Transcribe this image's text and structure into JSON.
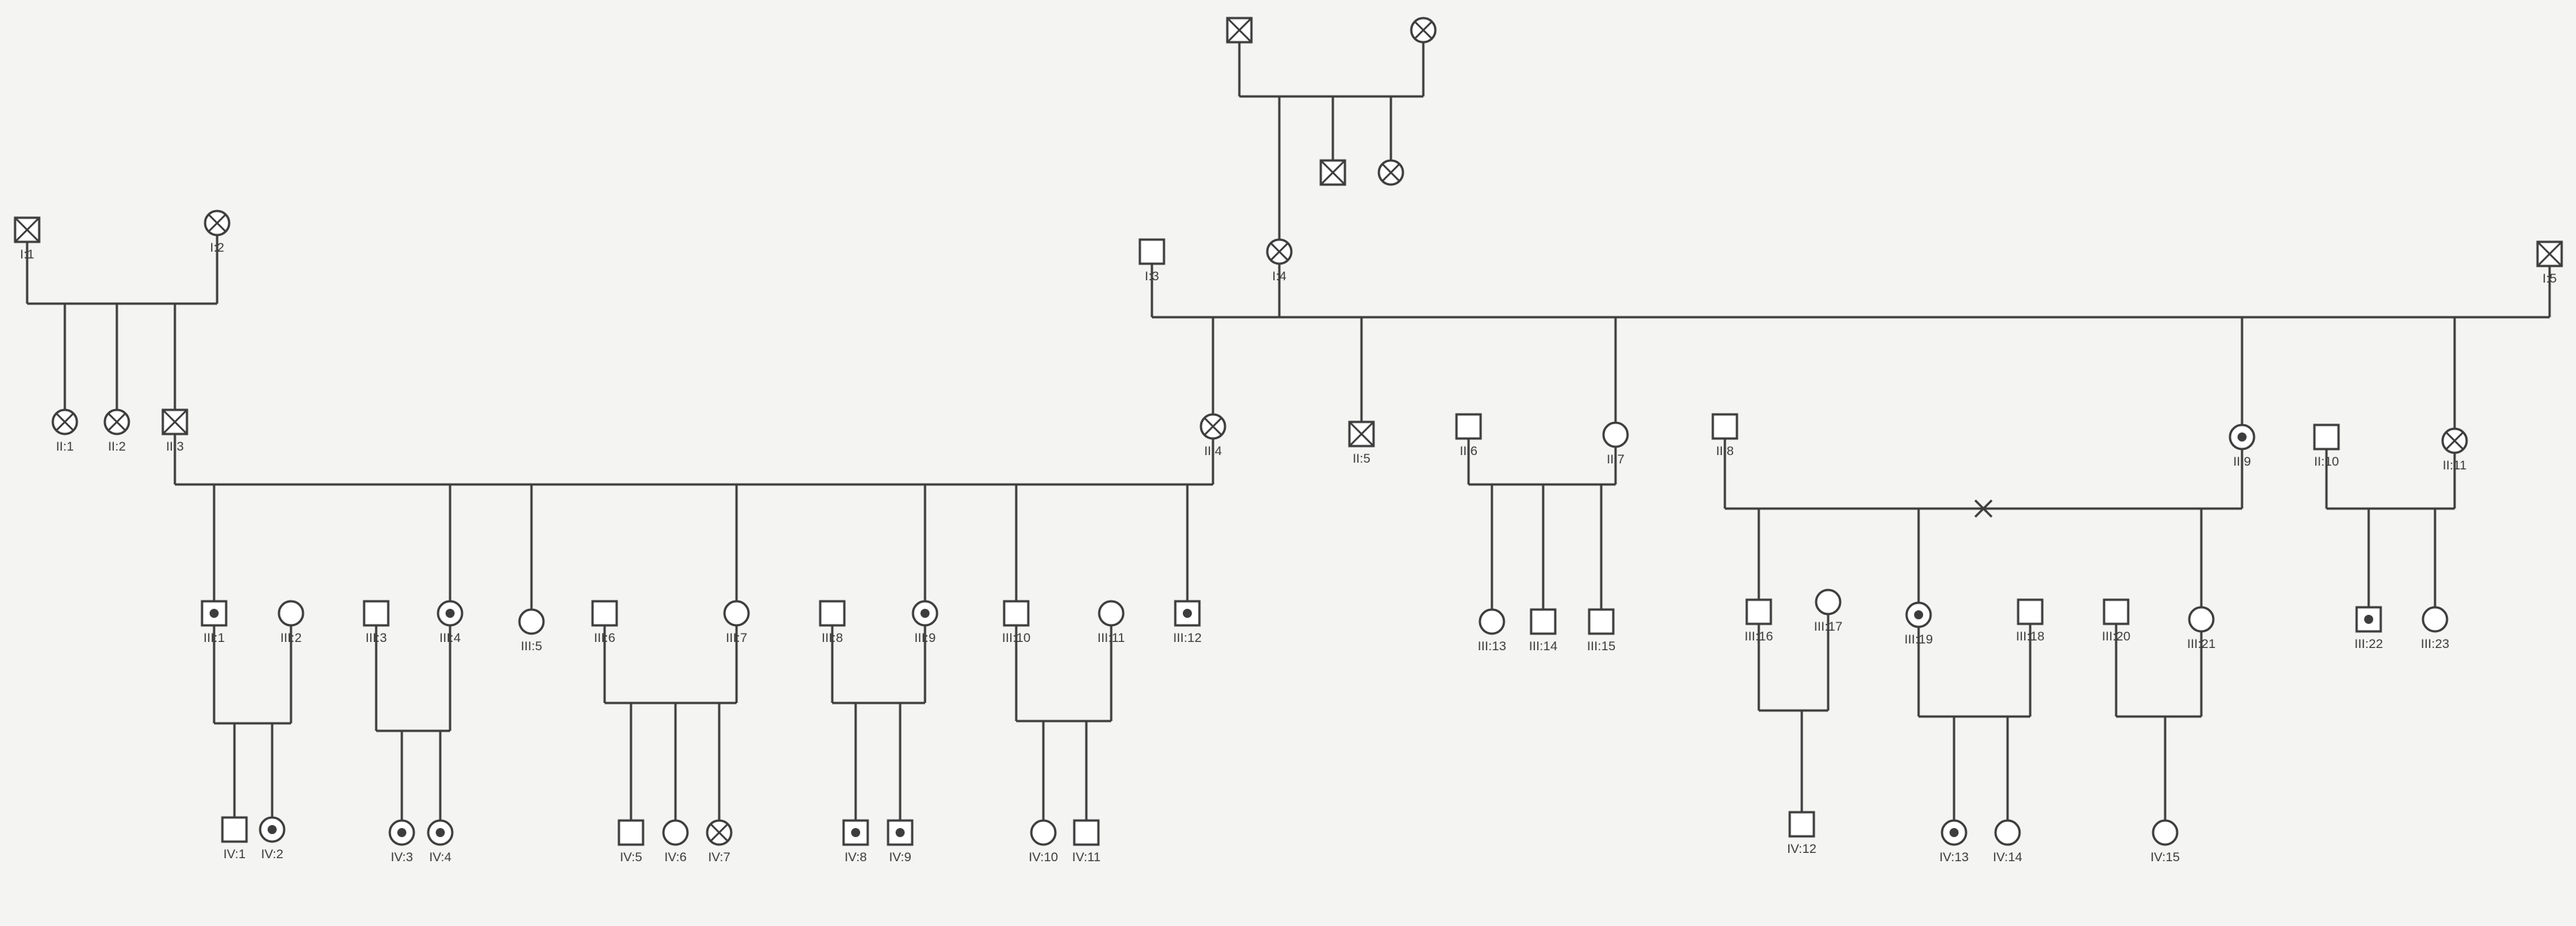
{
  "diagram": {
    "type": "pedigree",
    "colors": {
      "ink": "#3d3d3d",
      "background": "#f4f4f2",
      "fill": "#ffffff"
    },
    "individuals": [
      {
        "id": "ug1",
        "sex": "M",
        "status": "affected-x",
        "label": ""
      },
      {
        "id": "ug2",
        "sex": "F",
        "status": "affected-x",
        "label": ""
      },
      {
        "id": "ug3",
        "sex": "M",
        "status": "affected-x",
        "label": ""
      },
      {
        "id": "ug4",
        "sex": "F",
        "status": "affected-x",
        "label": ""
      },
      {
        "id": "I1",
        "sex": "M",
        "status": "affected-x",
        "label": "I:1"
      },
      {
        "id": "I2",
        "sex": "F",
        "status": "affected-x",
        "label": "I:2"
      },
      {
        "id": "I3",
        "sex": "M",
        "status": "normal",
        "label": "I:3"
      },
      {
        "id": "I4",
        "sex": "F",
        "status": "affected-x",
        "label": "I:4"
      },
      {
        "id": "I5",
        "sex": "M",
        "status": "affected-x",
        "label": "I:5"
      },
      {
        "id": "II1",
        "sex": "F",
        "status": "affected-x",
        "label": "II:1"
      },
      {
        "id": "II2",
        "sex": "F",
        "status": "affected-x",
        "label": "II:2"
      },
      {
        "id": "II3",
        "sex": "M",
        "status": "affected-x",
        "label": "II:3"
      },
      {
        "id": "II4",
        "sex": "F",
        "status": "affected-x",
        "label": "II:4"
      },
      {
        "id": "II5",
        "sex": "M",
        "status": "affected-x",
        "label": "II:5"
      },
      {
        "id": "II6",
        "sex": "M",
        "status": "normal",
        "label": "II:6"
      },
      {
        "id": "II7",
        "sex": "F",
        "status": "normal",
        "label": "II:7"
      },
      {
        "id": "II8",
        "sex": "M",
        "status": "normal",
        "label": "II:8"
      },
      {
        "id": "II9",
        "sex": "F",
        "status": "carrier-dot",
        "label": "II:9"
      },
      {
        "id": "II10",
        "sex": "M",
        "status": "normal",
        "label": "II:10"
      },
      {
        "id": "II11",
        "sex": "F",
        "status": "affected-x",
        "label": "II:11"
      },
      {
        "id": "III1",
        "sex": "M",
        "status": "carrier-dot",
        "label": "III:1"
      },
      {
        "id": "III2",
        "sex": "F",
        "status": "normal",
        "label": "III:2"
      },
      {
        "id": "III3",
        "sex": "M",
        "status": "normal",
        "label": "III:3"
      },
      {
        "id": "III4",
        "sex": "F",
        "status": "carrier-dot",
        "label": "III:4"
      },
      {
        "id": "III5",
        "sex": "F",
        "status": "normal",
        "label": "III:5"
      },
      {
        "id": "III6",
        "sex": "M",
        "status": "normal",
        "label": "III:6"
      },
      {
        "id": "III7",
        "sex": "F",
        "status": "normal",
        "label": "III:7"
      },
      {
        "id": "III8",
        "sex": "M",
        "status": "normal",
        "label": "III:8"
      },
      {
        "id": "III9",
        "sex": "F",
        "status": "carrier-dot",
        "label": "III:9"
      },
      {
        "id": "III10",
        "sex": "M",
        "status": "normal",
        "label": "III:10"
      },
      {
        "id": "III11",
        "sex": "F",
        "status": "normal",
        "label": "III:11"
      },
      {
        "id": "III12",
        "sex": "M",
        "status": "carrier-dot",
        "label": "III:12"
      },
      {
        "id": "III13",
        "sex": "F",
        "status": "normal",
        "label": "III:13"
      },
      {
        "id": "III14",
        "sex": "M",
        "status": "normal",
        "label": "III:14"
      },
      {
        "id": "III15",
        "sex": "M",
        "status": "normal",
        "label": "III:15"
      },
      {
        "id": "III16",
        "sex": "M",
        "status": "normal",
        "label": "III:16"
      },
      {
        "id": "III17",
        "sex": "F",
        "status": "normal",
        "label": "III:17"
      },
      {
        "id": "III19",
        "sex": "F",
        "status": "carrier-dot",
        "label": "III:19"
      },
      {
        "id": "III18",
        "sex": "M",
        "status": "normal",
        "label": "III:18"
      },
      {
        "id": "III20",
        "sex": "M",
        "status": "normal",
        "label": "III:20"
      },
      {
        "id": "III21",
        "sex": "F",
        "status": "normal",
        "label": "III:21"
      },
      {
        "id": "III22",
        "sex": "M",
        "status": "carrier-dot",
        "label": "III:22"
      },
      {
        "id": "III23",
        "sex": "F",
        "status": "normal",
        "label": "III:23"
      },
      {
        "id": "IV1",
        "sex": "M",
        "status": "normal",
        "label": "IV:1"
      },
      {
        "id": "IV2",
        "sex": "F",
        "status": "carrier-dot",
        "label": "IV:2"
      },
      {
        "id": "IV3",
        "sex": "F",
        "status": "carrier-dot",
        "label": "IV:3"
      },
      {
        "id": "IV4",
        "sex": "F",
        "status": "carrier-dot",
        "label": "IV:4"
      },
      {
        "id": "IV5",
        "sex": "M",
        "status": "normal",
        "label": "IV:5"
      },
      {
        "id": "IV6",
        "sex": "F",
        "status": "normal",
        "label": "IV:6"
      },
      {
        "id": "IV7",
        "sex": "F",
        "status": "affected-x",
        "label": "IV:7"
      },
      {
        "id": "IV8",
        "sex": "M",
        "status": "carrier-dot",
        "label": "IV:8"
      },
      {
        "id": "IV9",
        "sex": "M",
        "status": "carrier-dot",
        "label": "IV:9"
      },
      {
        "id": "IV10",
        "sex": "F",
        "status": "normal",
        "label": "IV:10"
      },
      {
        "id": "IV11",
        "sex": "M",
        "status": "normal",
        "label": "IV:11"
      },
      {
        "id": "IV12",
        "sex": "M",
        "status": "normal",
        "label": "IV:12"
      },
      {
        "id": "IV13",
        "sex": "F",
        "status": "carrier-dot",
        "label": "IV:13"
      },
      {
        "id": "IV14",
        "sex": "F",
        "status": "normal",
        "label": "IV:14"
      },
      {
        "id": "IV15",
        "sex": "F",
        "status": "normal",
        "label": "IV:15"
      }
    ],
    "unions": [
      {
        "id": "u-ug",
        "partners": [
          "ug1",
          "ug2"
        ],
        "children": [
          "ug3",
          "ug4",
          "I4"
        ]
      },
      {
        "id": "u-I1-I2",
        "partners": [
          "I1",
          "I2"
        ],
        "children": [
          "II1",
          "II2",
          "II3"
        ]
      },
      {
        "id": "u-I3-I4-I5",
        "partners": [
          "I3",
          "I4",
          "I5"
        ],
        "children": [
          "II4",
          "II5",
          "II7",
          "II9",
          "II11"
        ]
      },
      {
        "id": "u-II3-II4",
        "partners": [
          "II3",
          "II4"
        ],
        "children": [
          "III1",
          "III4",
          "III5",
          "III7",
          "III9",
          "III10",
          "III12"
        ]
      },
      {
        "id": "u-II6-II7",
        "partners": [
          "II6",
          "II7"
        ],
        "children": [
          "III13",
          "III14",
          "III15"
        ]
      },
      {
        "id": "u-II8-II9",
        "partners": [
          "II8",
          "II9"
        ],
        "children": [
          "III16",
          "III19",
          "III21"
        ],
        "divorced": true
      },
      {
        "id": "u-II10-II11",
        "partners": [
          "II10",
          "II11"
        ],
        "children": [
          "III22",
          "III23"
        ]
      },
      {
        "id": "u-III1-III2",
        "partners": [
          "III1",
          "III2"
        ],
        "children": [
          "IV1",
          "IV2"
        ]
      },
      {
        "id": "u-III3-III4",
        "partners": [
          "III3",
          "III4"
        ],
        "children": [
          "IV3",
          "IV4"
        ]
      },
      {
        "id": "u-III6-III7",
        "partners": [
          "III6",
          "III7"
        ],
        "children": [
          "IV5",
          "IV6",
          "IV7"
        ]
      },
      {
        "id": "u-III8-III9",
        "partners": [
          "III8",
          "III9"
        ],
        "children": [
          "IV8",
          "IV9"
        ]
      },
      {
        "id": "u-III10-III11",
        "partners": [
          "III10",
          "III11"
        ],
        "children": [
          "IV10",
          "IV11"
        ]
      },
      {
        "id": "u-III16-III17",
        "partners": [
          "III16",
          "III17"
        ],
        "children": [
          "IV12"
        ]
      },
      {
        "id": "u-III19-III18",
        "partners": [
          "III19",
          "III18"
        ],
        "children": [
          "IV13",
          "IV14"
        ]
      },
      {
        "id": "u-III20-III21",
        "partners": [
          "III20",
          "III21"
        ],
        "children": [
          "IV15"
        ]
      }
    ]
  }
}
